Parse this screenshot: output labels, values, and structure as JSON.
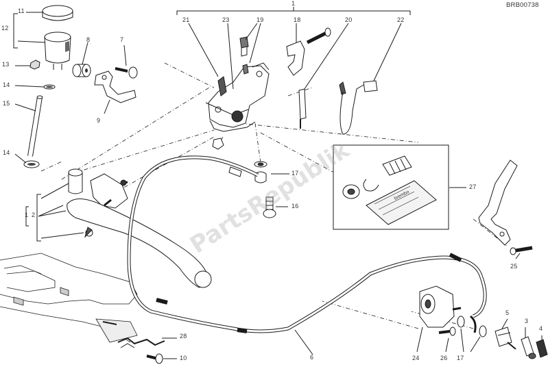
{
  "diagram": {
    "reference_code": "BRB00738",
    "watermark_text": "PartsRepublik",
    "kit_brand_mark": "brembo",
    "callouts": [
      "1",
      "2",
      "3",
      "4",
      "5",
      "6",
      "7",
      "8",
      "9",
      "10",
      "11",
      "12",
      "13",
      "14",
      "14",
      "15",
      "16",
      "17",
      "17",
      "18",
      "19",
      "20",
      "21",
      "22",
      "23",
      "24",
      "25",
      "26",
      "27",
      "28"
    ]
  },
  "colors": {
    "line": "#1a1a1a",
    "shade": "#555555",
    "watermark": "#b0b0b0"
  }
}
